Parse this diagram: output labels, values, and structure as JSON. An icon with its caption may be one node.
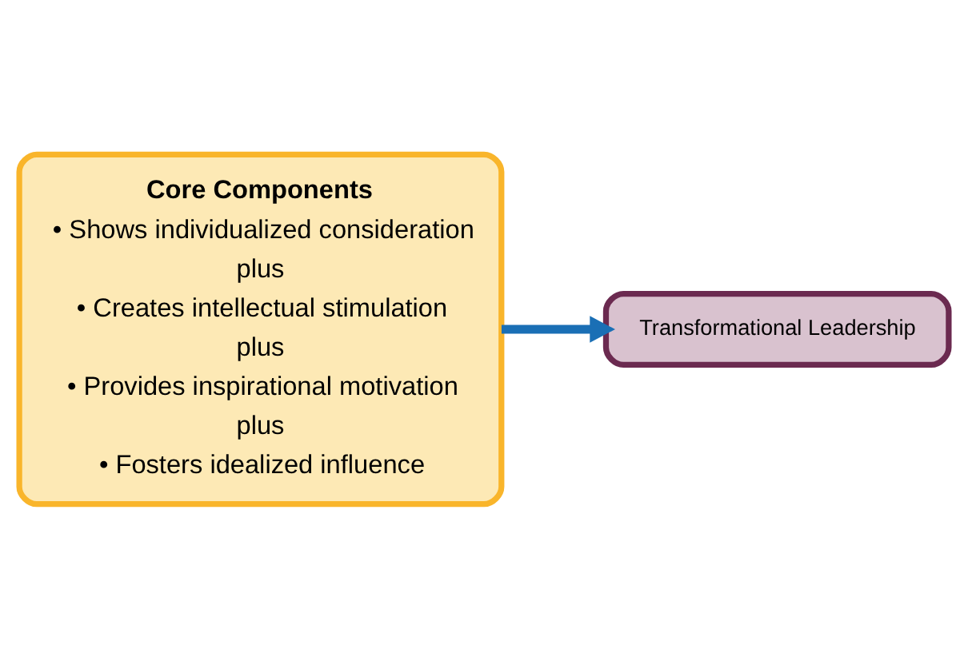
{
  "diagram": {
    "nodes": [
      {
        "text": [
          "Core Components",
          "• Shows individualized consideration",
          "plus",
          "• Creates intellectual stimulation",
          "plus",
          "• Provides inspirational motivation",
          "plus",
          "• Fosters idealized influence"
        ]
      },
      {
        "text": [
          "Transformational Leadership"
        ]
      }
    ],
    "edges": [
      {
        "from": 0,
        "to": 1,
        "arrow": "to"
      }
    ]
  }
}
